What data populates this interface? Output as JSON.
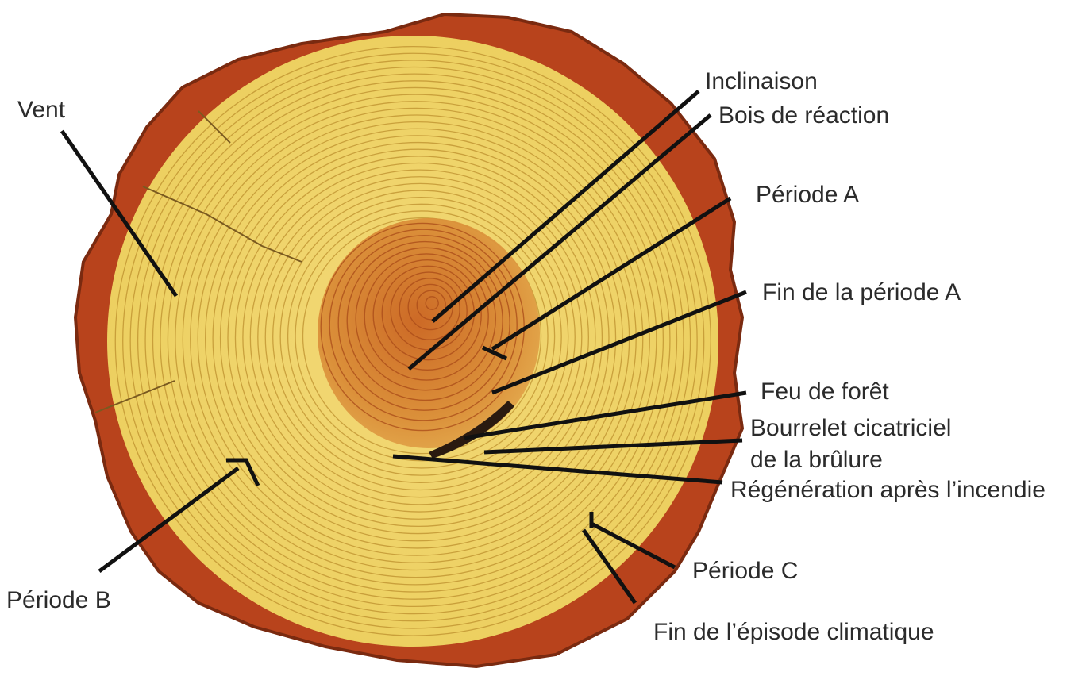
{
  "labels": {
    "vent": "Vent",
    "inclinaison": "Inclinaison",
    "bois_reaction": "Bois de réaction",
    "periode_a": "Période A",
    "fin_periode_a": "Fin de la période A",
    "feu_foret": "Feu de forêt",
    "bourrelet_line1": "Bourrelet cicatriciel",
    "bourrelet_line2": "de la brûlure",
    "regeneration": "Régénération après l’incendie",
    "periode_c": "Période C",
    "periode_b": "Période B",
    "fin_episode": "Fin de l’épisode climatique"
  },
  "colors": {
    "bark": "#b8431c",
    "bark_dark": "#7a2a10",
    "sapwood": "#f1d86a",
    "ring_line": "#b98a2a",
    "heartwood": "#d9862f",
    "heartwood_dark": "#b5521c",
    "scar": "#2a1a10",
    "leader": "#111111",
    "text": "#2b2b2b"
  }
}
